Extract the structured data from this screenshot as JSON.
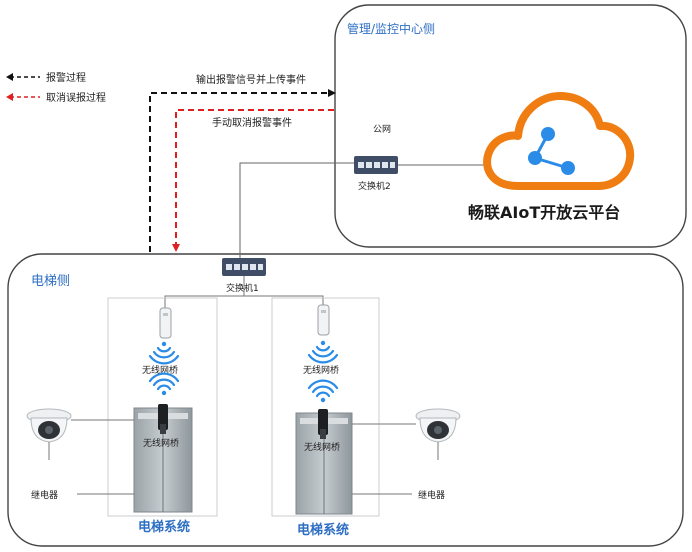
{
  "legend": {
    "alarm_process": "报警过程",
    "cancel_false_alarm": "取消误报过程"
  },
  "arrows": {
    "upload_label": "输出报警信号并上传事件",
    "cancel_label": "手动取消报警事件"
  },
  "management_zone": {
    "title": "管理/监控中心侧",
    "public_network_label": "公网",
    "switch2_label": "交换机2",
    "platform_name": "畅联AIoT开放云平台"
  },
  "elevator_zone": {
    "title": "电梯侧",
    "switch1_label": "交换机1",
    "systems": [
      {
        "shaft_bridge_label": "无线网桥",
        "car_bridge_label": "无线网桥",
        "system_label": "电梯系统",
        "relay_label": "继电器"
      },
      {
        "shaft_bridge_label": "无线网桥",
        "car_bridge_label": "无线网桥",
        "system_label": "电梯系统",
        "relay_label": "继电器"
      }
    ]
  },
  "colors": {
    "zone_title_blue": "#2e6fc4",
    "alarm_line": "#111111",
    "cancel_line": "#e02020",
    "cloud_orange": "#f07d12",
    "node_blue": "#2b8ce8"
  }
}
